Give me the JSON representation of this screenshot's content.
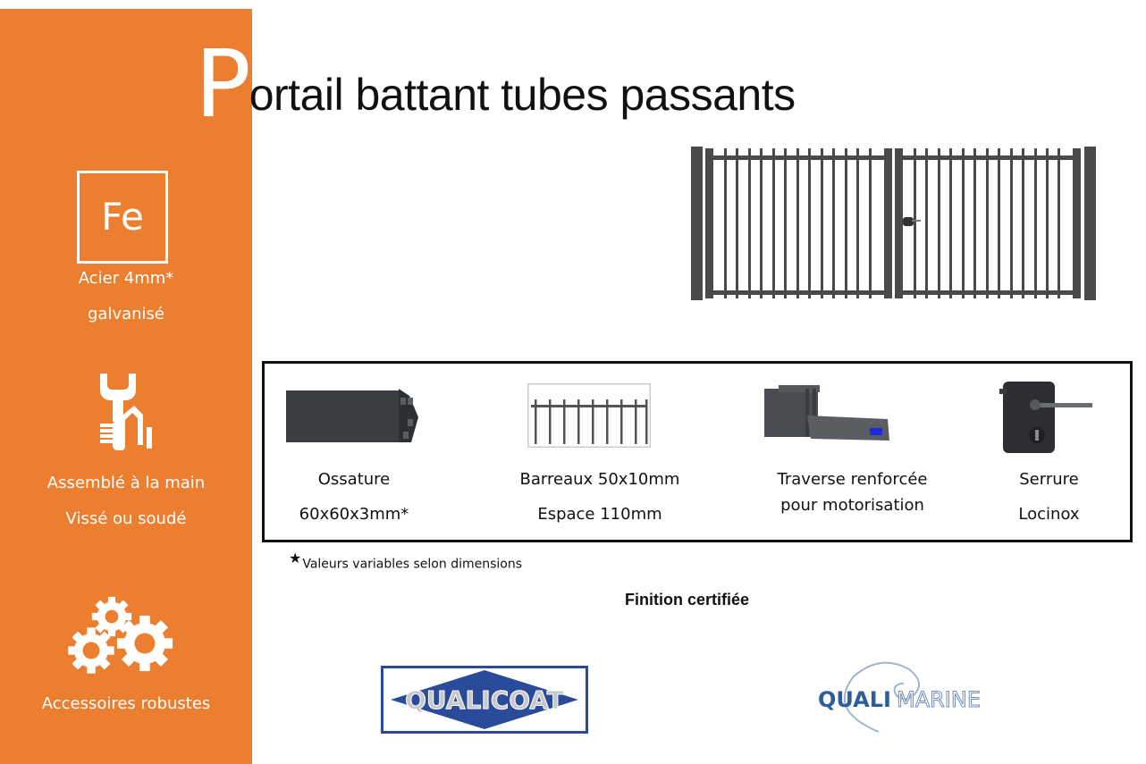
{
  "title": {
    "initial": "P",
    "rest": "ortail battant tubes passants"
  },
  "sidebar": {
    "background_color": "#EC7E30",
    "blocks": [
      {
        "icon": "iron-element-icon",
        "icon_text": "Fe",
        "lines": [
          "Acier 4mm*",
          "galvanisé"
        ]
      },
      {
        "icon": "hand-wrench-icon",
        "lines": [
          "Assemblé à la main",
          "Vissé ou soudé"
        ]
      },
      {
        "icon": "gears-icon",
        "lines": [
          "Accessoires robustes"
        ]
      }
    ]
  },
  "features": [
    {
      "icon": "frame-profile-image",
      "lines": [
        "Ossature",
        "60x60x3mm*"
      ]
    },
    {
      "icon": "bars-image",
      "lines": [
        "Barreaux 50x10mm",
        "Espace 110mm"
      ]
    },
    {
      "icon": "reinforced-crossbar-image",
      "lines": [
        "Traverse renforcée",
        "pour motorisation"
      ]
    },
    {
      "icon": "lock-image",
      "lines": [
        "Serrure",
        "Locinox"
      ]
    }
  ],
  "footnote": {
    "star": "★",
    "text": "Valeurs variables selon dimensions"
  },
  "certification": {
    "heading": "Finition certifiée",
    "logos": [
      {
        "name": "QUALICOAT",
        "color": "#2a4a9a"
      },
      {
        "name_bold": "QUALI",
        "name_light": "MARINE",
        "color": "#2f5d9c"
      }
    ]
  }
}
